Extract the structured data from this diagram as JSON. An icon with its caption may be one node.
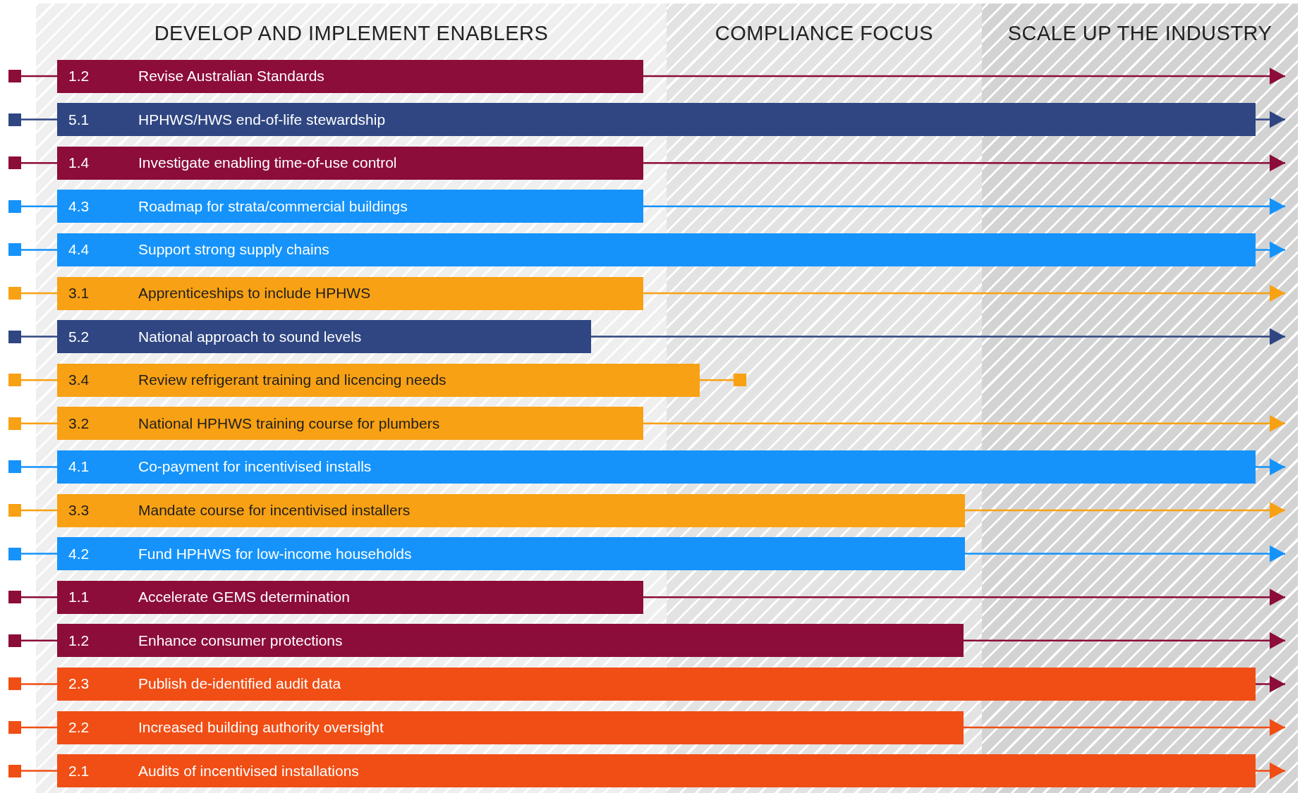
{
  "diagram": {
    "nodes": [
      {
        "text": [],
        "shape": "box"
      },
      {
        "text": [
          "1.2",
          "Revise Australian Standards"
        ]
      },
      {
        "text": [],
        "shape": "box"
      },
      {
        "text": [
          "5.1",
          "HPHWS/HWS end-of-life stewardship"
        ]
      },
      {
        "text": [],
        "shape": "box"
      },
      {
        "text": [
          "1.4",
          "Investigate enabling time-of-use control"
        ]
      },
      {
        "text": [],
        "shape": "box"
      },
      {
        "text": [
          "4.3",
          "Roadmap for strata/commercial buildings"
        ]
      },
      {
        "text": [],
        "shape": "box"
      },
      {
        "text": [
          "4.4",
          "Support strong supply chains"
        ]
      },
      {
        "text": [],
        "shape": "box"
      },
      {
        "text": [
          "3.1",
          "Apprenticeships to include HPHWS"
        ]
      },
      {
        "text": [],
        "shape": "box"
      },
      {
        "text": [
          "5.2",
          "National approach to sound levels"
        ]
      },
      {
        "text": [],
        "shape": "box"
      },
      {
        "text": [
          "3.4",
          "Review refrigerant training and licencing needs"
        ]
      },
      {
        "text": [],
        "shape": "box"
      },
      {
        "text": [],
        "shape": "box"
      },
      {
        "text": [
          "3.2",
          "National HPHWS training course for plumbers"
        ]
      },
      {
        "text": [],
        "shape": "box"
      },
      {
        "text": [
          "4.1",
          "Co-payment for incentivised installs"
        ]
      },
      {
        "text": [],
        "shape": "box"
      },
      {
        "text": [
          "3.3",
          "Mandate course for incentivised installers"
        ]
      },
      {
        "text": [],
        "shape": "box"
      },
      {
        "text": [
          "4.2",
          "Fund HPHWS for low-income households"
        ]
      },
      {
        "text": [],
        "shape": "box"
      },
      {
        "text": [
          "1.1",
          "Accelerate GEMS determination"
        ]
      },
      {
        "text": [],
        "shape": "box"
      },
      {
        "text": [
          "1.2",
          "Enhance consumer protections"
        ]
      },
      {
        "text": [],
        "shape": "box"
      },
      {
        "text": [
          "2.3",
          "Publish de-identified audit data"
        ]
      },
      {
        "text": [],
        "shape": "box"
      },
      {
        "text": [
          "2.2",
          "Increased building authority oversight"
        ]
      },
      {
        "text": [],
        "shape": "box"
      },
      {
        "text": [
          "2.1",
          "Audits of incentivised installations"
        ]
      }
    ],
    "edges": [
      {
        "from": 0,
        "to": 1,
        "arrow": "none",
        "color": "#8c0c3a"
      },
      {
        "from": 1,
        "to": null,
        "arrow": "to",
        "color": "#8c0c3a"
      },
      {
        "from": 2,
        "to": 3,
        "arrow": "none",
        "color": "#2f4682"
      },
      {
        "from": 3,
        "to": null,
        "arrow": "to",
        "color": "#2f4682"
      },
      {
        "from": 4,
        "to": 5,
        "arrow": "none",
        "color": "#8c0c3a"
      },
      {
        "from": 5,
        "to": null,
        "arrow": "to",
        "color": "#8c0c3a"
      },
      {
        "from": 6,
        "to": 7,
        "arrow": "none",
        "color": "#1593fb"
      },
      {
        "from": 7,
        "to": null,
        "arrow": "to",
        "color": "#1593fb"
      },
      {
        "from": 8,
        "to": 9,
        "arrow": "none",
        "color": "#1593fb"
      },
      {
        "from": 9,
        "to": null,
        "arrow": "to",
        "color": "#1593fb"
      },
      {
        "from": 10,
        "to": 11,
        "arrow": "none",
        "color": "#f8a114"
      },
      {
        "from": 11,
        "to": null,
        "arrow": "to",
        "color": "#f8a114"
      },
      {
        "from": 12,
        "to": 13,
        "arrow": "none",
        "color": "#2f4682"
      },
      {
        "from": 13,
        "to": null,
        "arrow": "to",
        "color": "#2f4682"
      },
      {
        "from": 14,
        "to": 15,
        "arrow": "none",
        "color": "#f8a114"
      },
      {
        "from": 15,
        "to": 16,
        "arrow": "none",
        "color": "#f8a114"
      },
      {
        "from": 17,
        "to": 18,
        "arrow": "none",
        "color": "#f8a114"
      },
      {
        "from": 18,
        "to": null,
        "arrow": "to",
        "color": "#f8a114"
      },
      {
        "from": 19,
        "to": 20,
        "arrow": "none",
        "color": "#1593fb"
      },
      {
        "from": 20,
        "to": null,
        "arrow": "to",
        "color": "#1593fb"
      },
      {
        "from": 21,
        "to": 22,
        "arrow": "none",
        "color": "#f8a114"
      },
      {
        "from": 22,
        "to": null,
        "arrow": "to",
        "color": "#f8a114"
      },
      {
        "from": 23,
        "to": 24,
        "arrow": "none",
        "color": "#1593fb"
      },
      {
        "from": 24,
        "to": null,
        "arrow": "to",
        "color": "#1593fb"
      },
      {
        "from": 25,
        "to": 26,
        "arrow": "none",
        "color": "#8c0c3a"
      },
      {
        "from": 26,
        "to": null,
        "arrow": "to",
        "color": "#8c0c3a"
      },
      {
        "from": 27,
        "to": 28,
        "arrow": "none",
        "color": "#8c0c3a"
      },
      {
        "from": 28,
        "to": null,
        "arrow": "to",
        "color": "#8c0c3a"
      },
      {
        "from": 29,
        "to": 30,
        "arrow": "none",
        "color": "#f04e15"
      },
      {
        "from": 30,
        "to": null,
        "arrow": "to",
        "color": "#8c0c3a"
      },
      {
        "from": 31,
        "to": 32,
        "arrow": "none",
        "color": "#f04e15"
      },
      {
        "from": 32,
        "to": null,
        "arrow": "to",
        "color": "#f04e15"
      },
      {
        "from": 33,
        "to": 34,
        "arrow": "none",
        "color": "#f04e15"
      },
      {
        "from": 34,
        "to": null,
        "arrow": "to",
        "color": "#f04e15"
      }
    ],
    "labels": [
      "DEVELOP AND IMPLEMENT ENABLERS",
      "COMPLIANCE FOCUS",
      "SCALE UP THE INDUSTRY"
    ]
  }
}
